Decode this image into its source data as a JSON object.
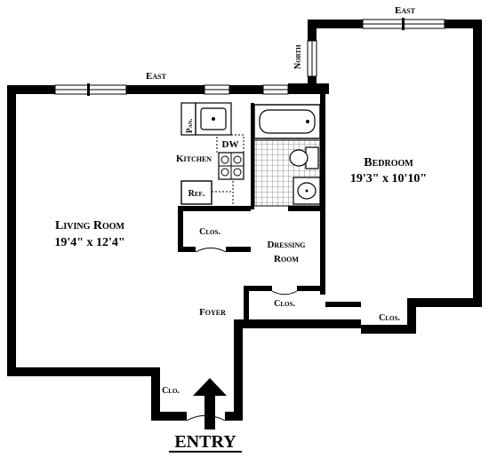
{
  "plan": {
    "compass": {
      "east_top_right": "East",
      "east_top_left": "East",
      "north": "North"
    },
    "rooms": {
      "living_room": {
        "name": "Living Room",
        "dims": "19'4\" x 12'4\""
      },
      "bedroom": {
        "name": "Bedroom",
        "dims": "19'3\" x 10'10\""
      },
      "kitchen": {
        "name": "Kitchen"
      },
      "dressing_room": {
        "line1": "Dressing",
        "line2": "Room"
      },
      "foyer": {
        "name": "Foyer"
      }
    },
    "fixtures": {
      "pantry": "Pan.",
      "refrigerator": "Ref.",
      "dishwasher": "DW"
    },
    "closets": {
      "living_closet": "Clos.",
      "dressing_closet": "Clos.",
      "bedroom_closet": "Clos.",
      "entry_closet": "Clo."
    },
    "entry_label": "ENTRY"
  }
}
